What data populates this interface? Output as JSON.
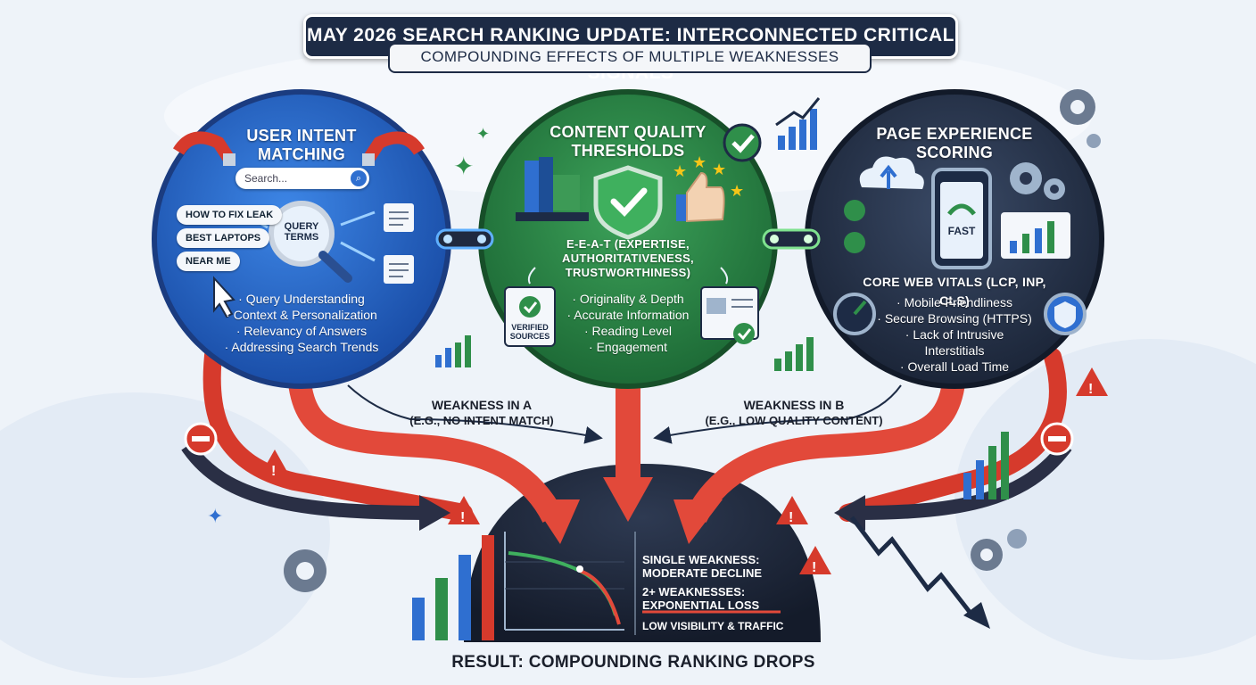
{
  "header": {
    "title": "MAY 2026 SEARCH RANKING UPDATE: INTERCONNECTED CRITICAL SIGNALS",
    "subtitle": "COMPOUNDING EFFECTS OF MULTIPLE WEAKNESSES"
  },
  "colors": {
    "blue": "#2f6fd0",
    "green": "#2f8f4a",
    "navy": "#1d2b45",
    "red": "#e2493a"
  },
  "circles": {
    "intent": {
      "title_line1": "USER INTENT",
      "title_line2": "MATCHING",
      "search_placeholder": "Search...",
      "queries": [
        "HOW TO FIX LEAK",
        "BEST LAPTOPS",
        "NEAR ME"
      ],
      "magnifier_label_line1": "QUERY",
      "magnifier_label_line2": "TERMS",
      "bullets": [
        "Query Understanding",
        "Context & Personalization",
        "Relevancy of Answers",
        "Addressing Search Trends"
      ]
    },
    "quality": {
      "title_line1": "CONTENT QUALITY",
      "title_line2": "THRESHOLDS",
      "eeat_line1": "E-E-A-T (EXPERTISE,",
      "eeat_line2": "AUTHORITATIVENESS,",
      "eeat_line3": "TRUSTWORTHINESS)",
      "verified_line1": "VERIFIED",
      "verified_line2": "SOURCES",
      "bullets": [
        "Originality & Depth",
        "Accurate Information",
        "Reading Level",
        "Engagement"
      ]
    },
    "experience": {
      "title_line1": "PAGE EXPERIENCE",
      "title_line2": "SCORING",
      "phone_label": "FAST",
      "cwv": "CORE WEB VITALS (LCP, INP, CLS)",
      "bullets": [
        "Mobile-Friendliness",
        "Secure Browsing (HTTPS)",
        "Lack of Intrusive Interstitials",
        "Overall Load Time"
      ]
    }
  },
  "weakness": {
    "a_line1": "WEAKNESS IN A",
    "a_line2": "(E.G., NO INTENT MATCH)",
    "b_line1": "WEAKNESS IN B",
    "b_line2": "(E.G., LOW QUALITY CONTENT)"
  },
  "outcome": {
    "single_line1": "SINGLE WEAKNESS:",
    "single_line2": "MODERATE DECLINE",
    "multi_line1": "2+ WEAKNESSES:",
    "multi_line2": "EXPONENTIAL LOSS",
    "low": "LOW VISIBILITY & TRAFFIC"
  },
  "result": "RESULT: COMPOUNDING RANKING DROPS"
}
